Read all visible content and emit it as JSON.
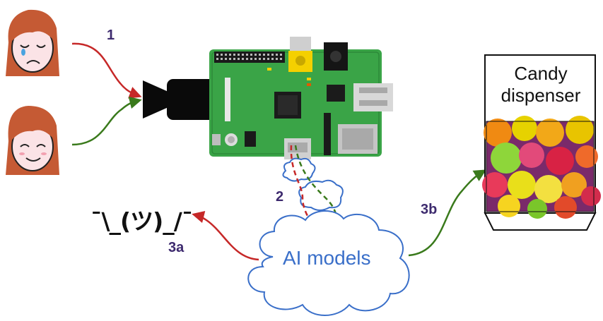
{
  "labels": {
    "step_1": "1",
    "step_2": "2",
    "step_3a": "3a",
    "step_3b": "3b"
  },
  "shrug": "¯\\_(ツ)_/¯",
  "ai_models": "AI models",
  "candy_dispenser": {
    "line1": "Candy",
    "line2": "dispenser"
  },
  "colors": {
    "sad_arrow": "#c62828",
    "happy_arrow": "#3a7a1c",
    "step_label": "#3d2a6e",
    "cloud_outline": "#3a6fc9",
    "board_green": "#3aa447"
  },
  "icons": {
    "sad_face": "sad-face-icon",
    "happy_face": "happy-face-icon",
    "camera": "camera-icon",
    "raspberry_pi": "raspberry-pi-board",
    "candy_image": "candy-photo"
  }
}
